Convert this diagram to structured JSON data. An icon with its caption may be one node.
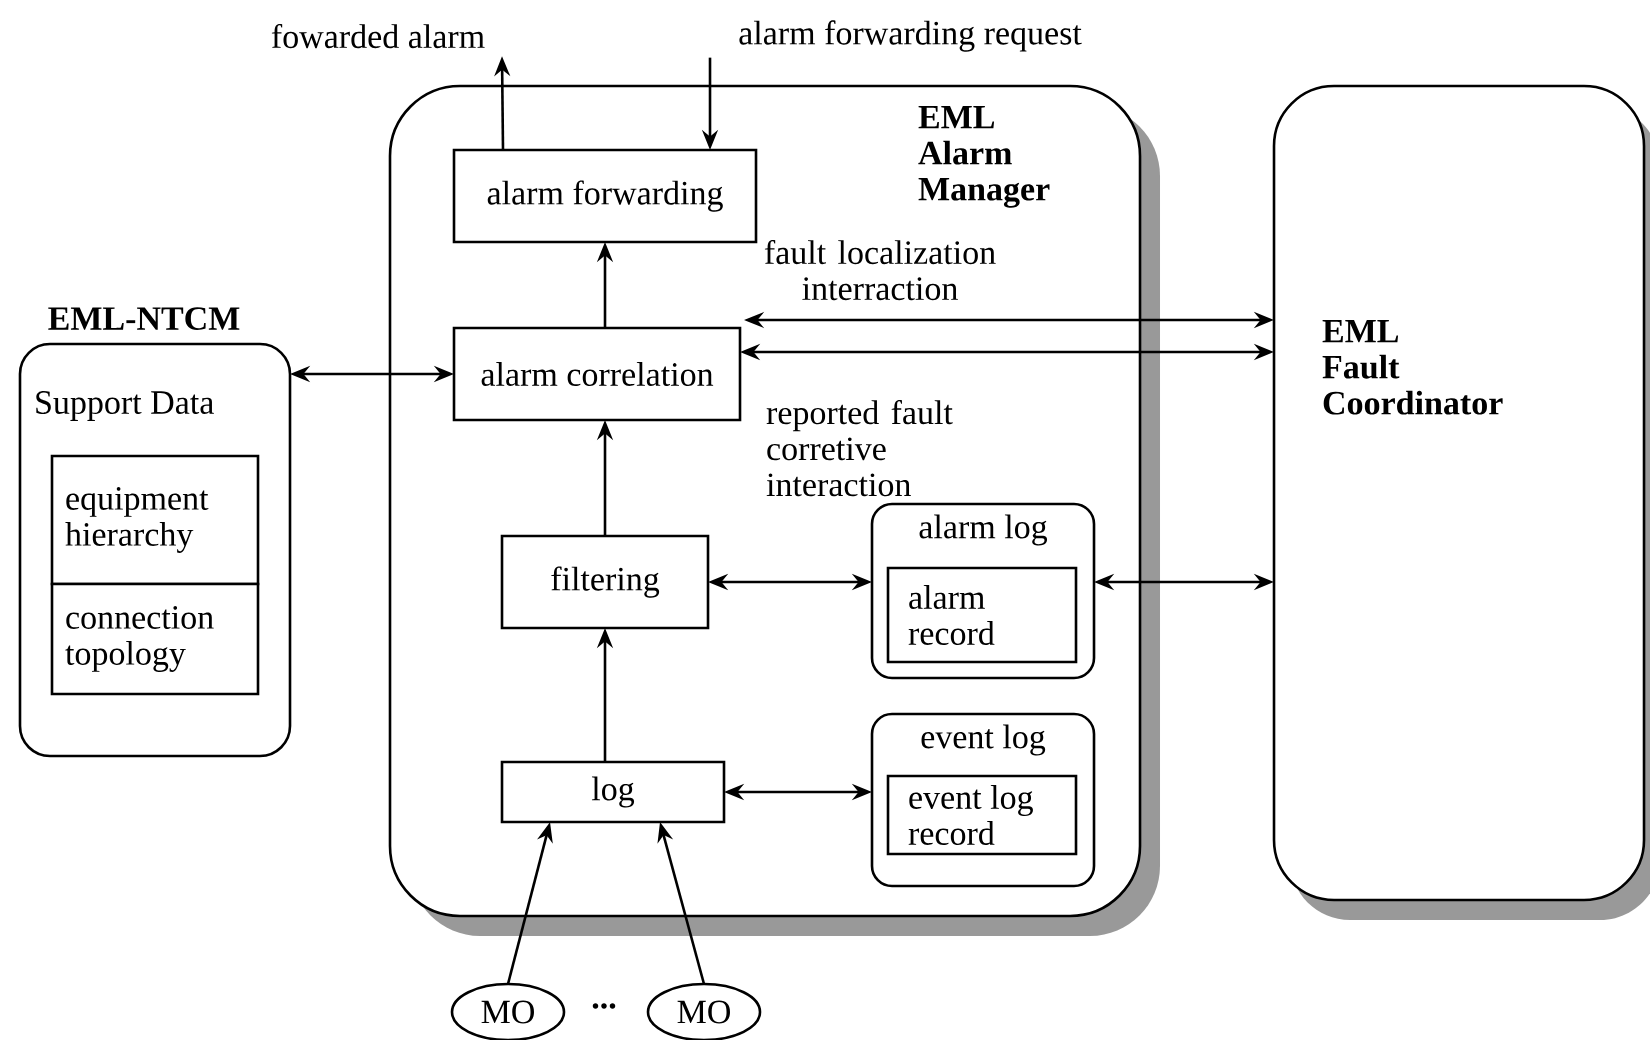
{
  "diagram": {
    "nodes": [
      {
        "text": [
          "EML-NTCM",
          "Support Data"
        ]
      },
      {
        "text": [
          "equipment hierarchy"
        ],
        "in": 0
      },
      {
        "text": [
          "connection topology"
        ],
        "in": 0
      },
      {
        "text": [
          "EML Alarm Manager"
        ]
      },
      {
        "text": [
          "alarm forwarding"
        ],
        "in": 3
      },
      {
        "text": [
          "alarm correlation"
        ],
        "in": 3
      },
      {
        "text": [
          "filtering"
        ],
        "in": 3
      },
      {
        "text": [
          "log"
        ],
        "in": 3
      },
      {
        "text": [
          "alarm log"
        ],
        "in": 3
      },
      {
        "text": [
          "alarm record"
        ],
        "in": 8
      },
      {
        "text": [
          "event log"
        ],
        "in": 3
      },
      {
        "text": [
          "event log record"
        ],
        "in": 10
      },
      {
        "text": [
          "EML Fault Coordinator"
        ]
      },
      {
        "text": [
          "MO"
        ]
      },
      {
        "text": [
          "MO"
        ]
      },
      {
        "text": [
          "fowarded alarm"
        ]
      },
      {
        "text": [
          "alarm forwarding request"
        ]
      }
    ],
    "edges": [
      {
        "from": 4,
        "to": 15,
        "arrow": "to"
      },
      {
        "from": 16,
        "to": 4,
        "arrow": "to"
      },
      {
        "from": 5,
        "to": 4,
        "arrow": "to"
      },
      {
        "from": 0,
        "to": 5,
        "arrow": "both"
      },
      {
        "from": 5,
        "to": 12,
        "arrow": "both",
        "label": "fault localization interraction"
      },
      {
        "from": 5,
        "to": 12,
        "arrow": "both",
        "label": "reported fault corretive interaction"
      },
      {
        "from": 6,
        "to": 5,
        "arrow": "to"
      },
      {
        "from": 6,
        "to": 8,
        "arrow": "both"
      },
      {
        "from": 8,
        "to": 12,
        "arrow": "both"
      },
      {
        "from": 7,
        "to": 6,
        "arrow": "to"
      },
      {
        "from": 7,
        "to": 10,
        "arrow": "both"
      },
      {
        "from": 13,
        "to": 7,
        "arrow": "to"
      },
      {
        "from": 14,
        "to": 7,
        "arrow": "to"
      }
    ],
    "labels": [
      "..."
    ]
  }
}
